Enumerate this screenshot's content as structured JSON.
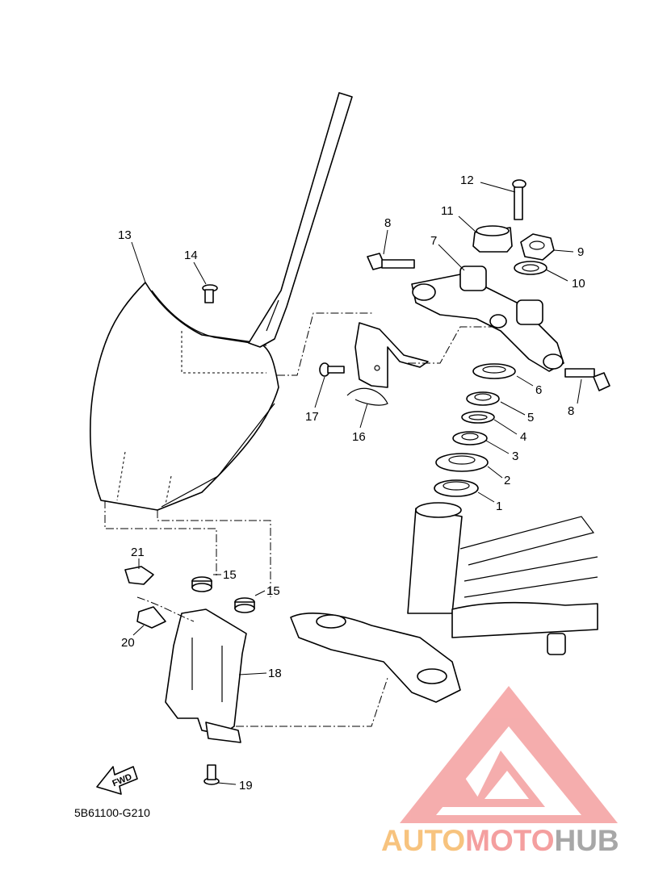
{
  "diagram": {
    "code": "5B61100-G210",
    "fwd_label": "FWD",
    "callouts": {
      "c1": "1",
      "c2": "2",
      "c3": "3",
      "c4": "4",
      "c5": "5",
      "c6": "6",
      "c7": "7",
      "c8a": "8",
      "c8b": "8",
      "c9": "9",
      "c10": "10",
      "c11": "11",
      "c12": "12",
      "c13": "13",
      "c14": "14",
      "c15a": "15",
      "c15b": "15",
      "c16": "16",
      "c17": "17",
      "c18": "18",
      "c19": "19",
      "c20": "20",
      "c21": "21"
    }
  },
  "watermark": {
    "part1": "AUTO",
    "part2": "MOTO",
    "part3": "HUB",
    "colors": {
      "orange": "#f7c37e",
      "pink": "#f49f9f",
      "gray": "#a7a7a7"
    }
  }
}
